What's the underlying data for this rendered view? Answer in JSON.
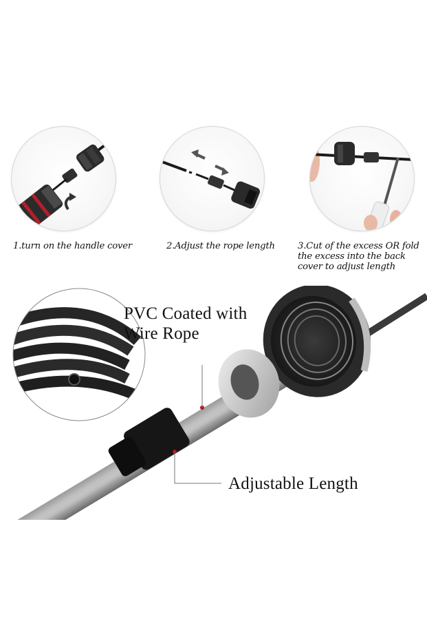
{
  "steps": [
    {
      "number": "1",
      "caption": "1.turn on the handle cover",
      "illustration": "handle-cover-unscrew"
    },
    {
      "number": "2",
      "caption": "2.Adjust the rope length",
      "illustration": "rope-length-adjust"
    },
    {
      "number": "3",
      "caption_lines": [
        "3.Cut of the excess OR fold",
        "the excess into the back",
        "cover to adjust length"
      ],
      "illustration": "cut-excess-rope"
    }
  ],
  "features": {
    "pvc_label_lines": [
      "PVC Coated with",
      "Wire Rope"
    ],
    "adjust_label": "Adjustable Length"
  },
  "colors": {
    "handle_red": "#b0202a",
    "rope_black": "#1a1a1a",
    "silver": "#c9c9c9",
    "marker_red": "#c0101a"
  },
  "icons": [
    "rotate-arrow-icon",
    "left-arrow-icon",
    "right-arrow-icon",
    "scissors-icon"
  ]
}
